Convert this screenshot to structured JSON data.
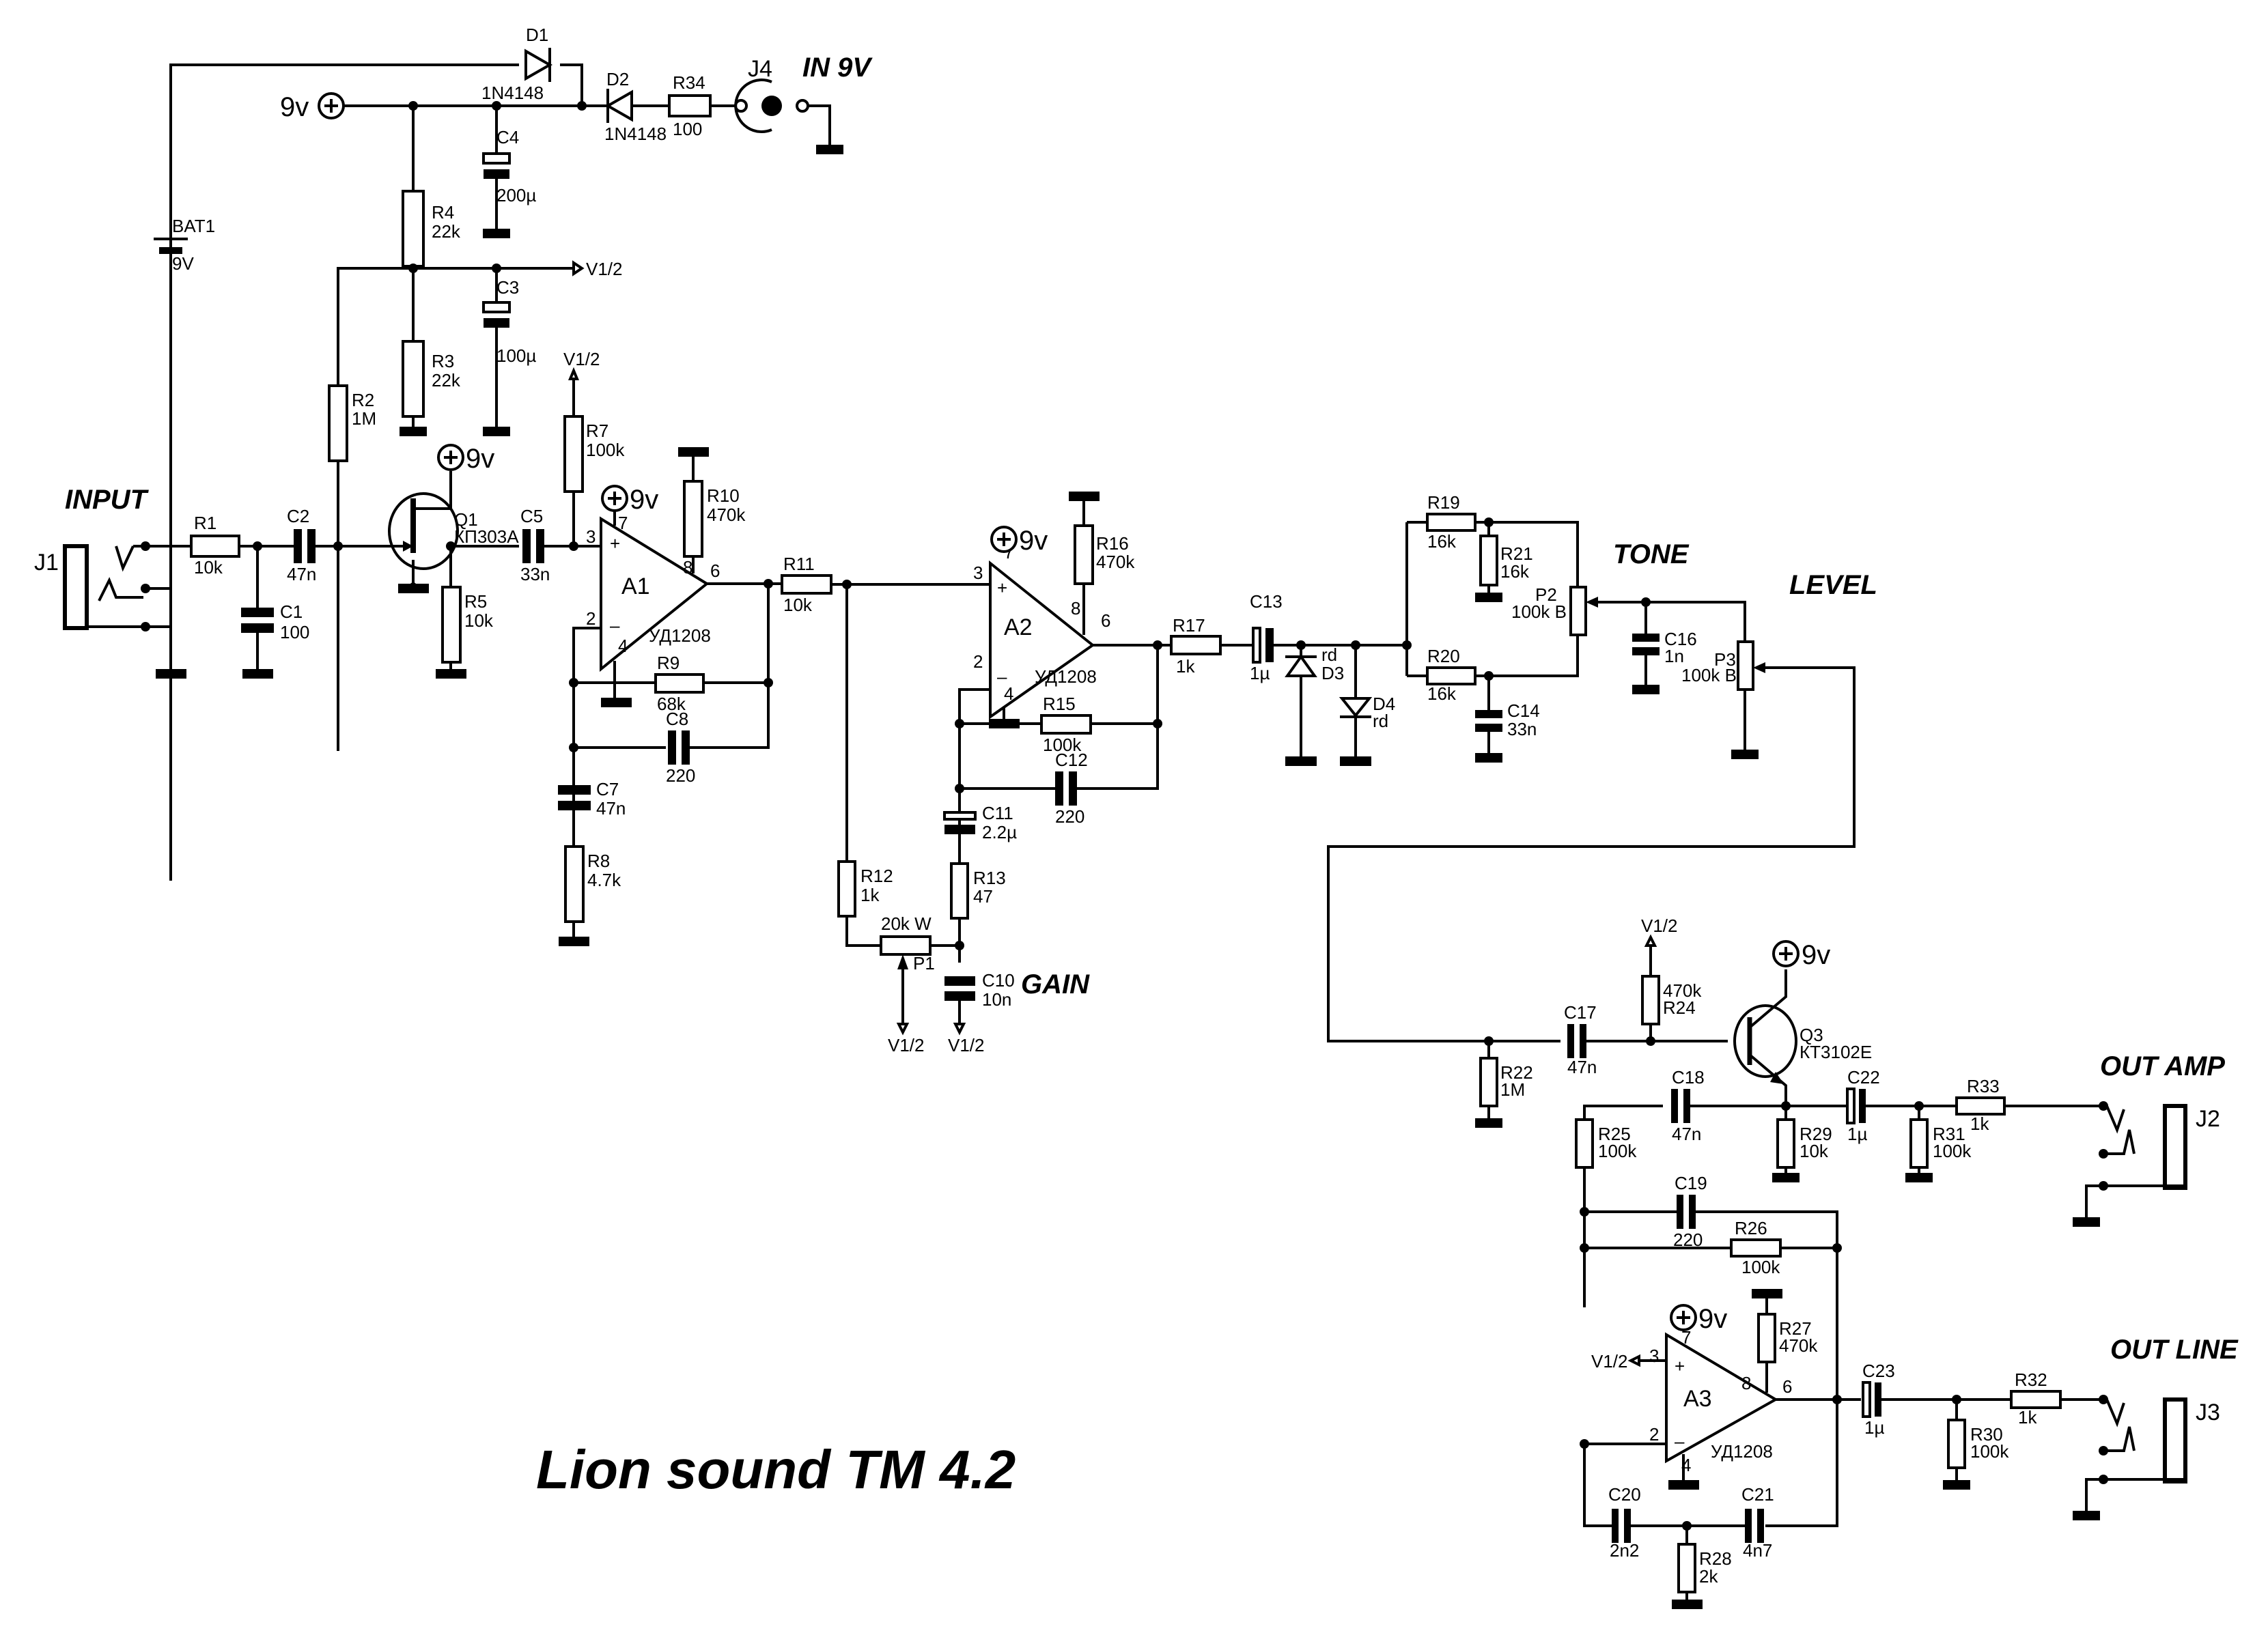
{
  "title": "Lion sound TM 4.2",
  "section_labels": {
    "input": "INPUT",
    "in9v": "IN 9V",
    "gain": "GAIN",
    "tone": "TONE",
    "level": "LEVEL",
    "out_amp": "OUT AMP",
    "out_line": "OUT LINE"
  },
  "power": {
    "plus9": "9v",
    "half": "V1/2"
  },
  "components": {
    "D1": {
      "ref": "D1",
      "value": "1N4148"
    },
    "D2": {
      "ref": "D2",
      "value": "1N4148"
    },
    "R34": {
      "ref": "R34",
      "value": "100"
    },
    "J4": {
      "ref": "J4"
    },
    "C4": {
      "ref": "C4",
      "value": "200µ"
    },
    "R4": {
      "ref": "R4",
      "value": "22k"
    },
    "BAT1": {
      "ref": "BAT1",
      "value": "9V"
    },
    "R3": {
      "ref": "R3",
      "value": "22k"
    },
    "C3": {
      "ref": "C3",
      "value": "100µ"
    },
    "R2": {
      "ref": "R2",
      "value": "1M"
    },
    "R7": {
      "ref": "R7",
      "value": "100k"
    },
    "J1": {
      "ref": "J1"
    },
    "R1": {
      "ref": "R1",
      "value": "10k"
    },
    "C1": {
      "ref": "C1",
      "value": "100"
    },
    "C2": {
      "ref": "C2",
      "value": "47n"
    },
    "Q1": {
      "ref": "Q1",
      "value": "КП303А"
    },
    "R5": {
      "ref": "R5",
      "value": "10k"
    },
    "C5": {
      "ref": "C5",
      "value": "33n"
    },
    "A1": {
      "ref": "A1",
      "value": "УД1208"
    },
    "R10": {
      "ref": "R10",
      "value": "470k"
    },
    "R9": {
      "ref": "R9",
      "value": "68k"
    },
    "C8": {
      "ref": "C8",
      "value": "220"
    },
    "C7": {
      "ref": "C7",
      "value": "47n"
    },
    "R8": {
      "ref": "R8",
      "value": "4.7k"
    },
    "R11": {
      "ref": "R11",
      "value": "10k"
    },
    "A2": {
      "ref": "A2",
      "value": "УД1208"
    },
    "R16": {
      "ref": "R16",
      "value": "470k"
    },
    "R15": {
      "ref": "R15",
      "value": "100k"
    },
    "C12": {
      "ref": "C12",
      "value": "220"
    },
    "C11": {
      "ref": "C11",
      "value": "2.2µ"
    },
    "R12": {
      "ref": "R12",
      "value": "1k"
    },
    "R13": {
      "ref": "R13",
      "value": "47"
    },
    "P1": {
      "ref": "P1",
      "value": "20k W"
    },
    "C10": {
      "ref": "C10",
      "value": "10n"
    },
    "R17": {
      "ref": "R17",
      "value": "1k"
    },
    "C13": {
      "ref": "C13",
      "value": "1µ"
    },
    "D3": {
      "ref": "D3",
      "value": "rd"
    },
    "D4": {
      "ref": "D4",
      "value": "rd"
    },
    "R19": {
      "ref": "R19",
      "value": "16k"
    },
    "R21": {
      "ref": "R21",
      "value": "16k"
    },
    "R20": {
      "ref": "R20",
      "value": "16k"
    },
    "C14": {
      "ref": "C14",
      "value": "33n"
    },
    "P2": {
      "ref": "P2",
      "value": "100k B"
    },
    "C16": {
      "ref": "C16",
      "value": "1n"
    },
    "P3": {
      "ref": "P3",
      "value": "100k B"
    },
    "R22": {
      "ref": "R22",
      "value": "1M"
    },
    "C17": {
      "ref": "C17",
      "value": "47n"
    },
    "R24": {
      "ref": "R24",
      "value": "470k"
    },
    "Q3": {
      "ref": "Q3",
      "value": "КТ3102Е"
    },
    "C18": {
      "ref": "C18",
      "value": "47n"
    },
    "R25": {
      "ref": "R25",
      "value": "100k"
    },
    "R29": {
      "ref": "R29",
      "value": "10k"
    },
    "C22": {
      "ref": "C22",
      "value": "1µ"
    },
    "R31": {
      "ref": "R31",
      "value": "100k"
    },
    "R33": {
      "ref": "R33",
      "value": "1k"
    },
    "J2": {
      "ref": "J2"
    },
    "C19": {
      "ref": "C19",
      "value": "220"
    },
    "R26": {
      "ref": "R26",
      "value": "100k"
    },
    "A3": {
      "ref": "A3",
      "value": "УД1208"
    },
    "R27": {
      "ref": "R27",
      "value": "470k"
    },
    "C20": {
      "ref": "C20",
      "value": "2n2"
    },
    "C21": {
      "ref": "C21",
      "value": "4n7"
    },
    "R28": {
      "ref": "R28",
      "value": "2k"
    },
    "C23": {
      "ref": "C23",
      "value": "1µ"
    },
    "R30": {
      "ref": "R30",
      "value": "100k"
    },
    "R32": {
      "ref": "R32",
      "value": "1k"
    },
    "J3": {
      "ref": "J3"
    }
  },
  "pins": {
    "p3": "3",
    "p2": "2",
    "p7": "7",
    "p4": "4",
    "p8": "8",
    "p6": "6",
    "plus": "+",
    "minus": "–"
  }
}
